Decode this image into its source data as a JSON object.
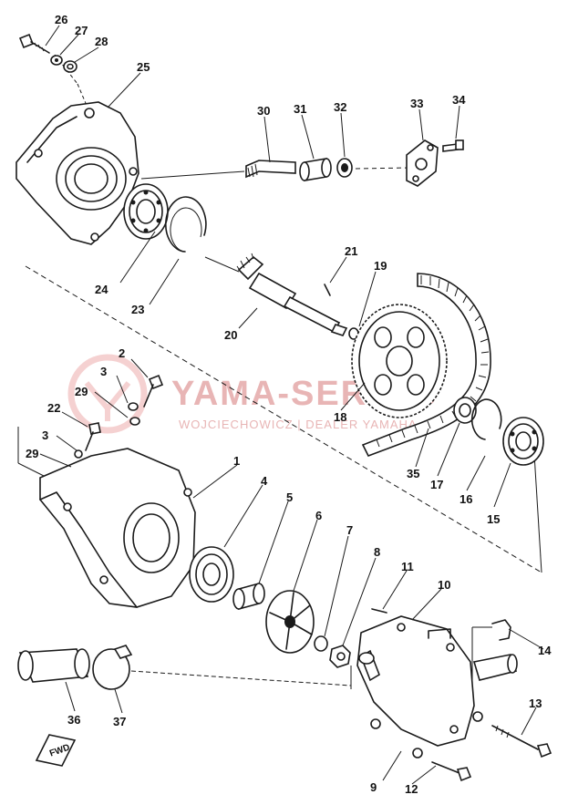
{
  "watermark": {
    "title": "YAMA-SERWIS",
    "subtitle": "WOJCIECHOWICZ | DEALER YAMAHA",
    "color": "#e8b5b5",
    "logo_color": "#f2c2c2"
  },
  "direction_badge": "FWD",
  "callouts": {
    "p1": "1",
    "p3a": "3",
    "p3b": "3",
    "p4": "4",
    "p5": "5",
    "p6": "6",
    "p7": "7",
    "p8": "8",
    "p9": "9",
    "p10": "10",
    "p11": "11",
    "p12": "12",
    "p13": "13",
    "p14": "14",
    "p15": "15",
    "p16": "16",
    "p17": "17",
    "p18": "18",
    "p19": "19",
    "p20": "20",
    "p21": "21",
    "p22": "22",
    "p23": "23",
    "p24": "24",
    "p25": "25",
    "p26": "26",
    "p27": "27",
    "p28": "28",
    "p29a": "29",
    "p29b": "29",
    "p30": "30",
    "p31": "31",
    "p32": "32",
    "p33": "33",
    "p34": "34",
    "p35": "35",
    "p36": "36",
    "p37": "37",
    "p2": "2"
  }
}
